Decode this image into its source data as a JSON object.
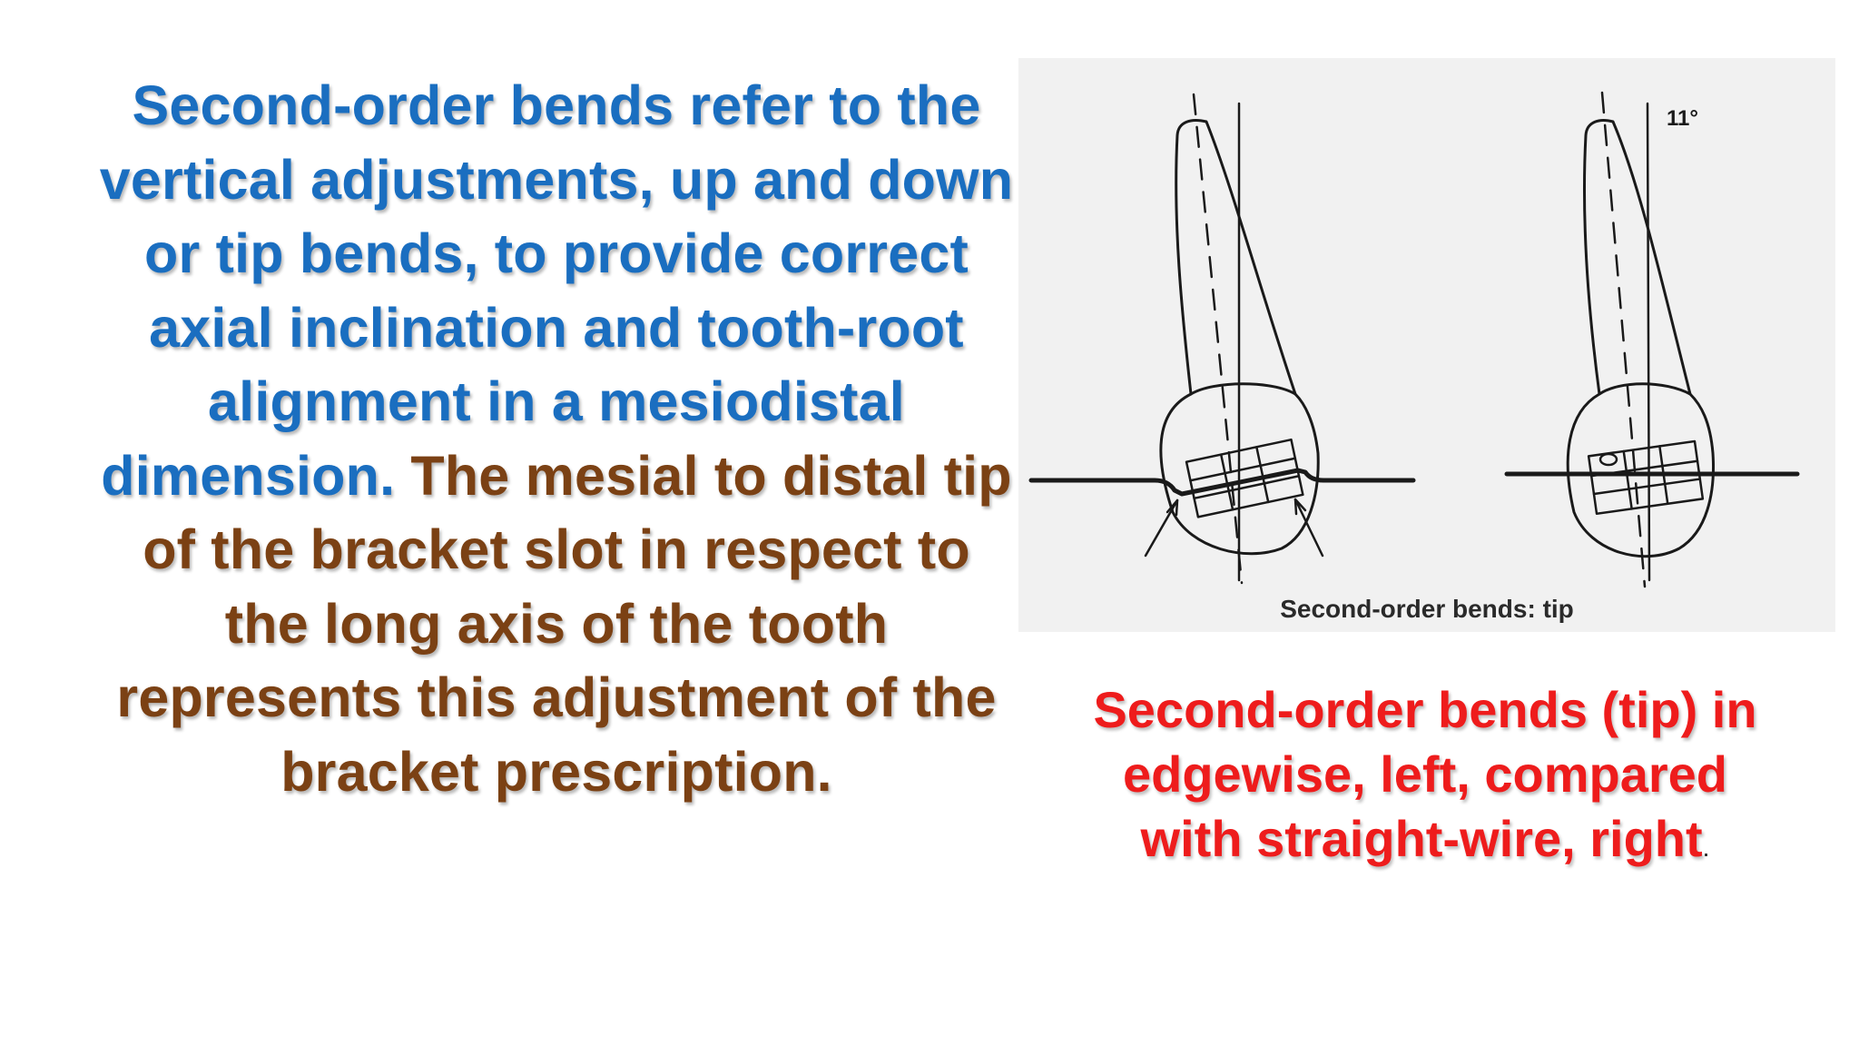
{
  "body_text": {
    "blue_part": "Second-order bends refer to the vertical adjustments, up and down or tip bends, to provide correct axial inclination and tooth-root alignment in a mesiodistal dimension.",
    "brown_part": " The mesial to distal tip of the bracket slot in respect to the long axis of the tooth represents this adjustment of the bracket prescription.",
    "colors": {
      "blue": "#1a6ec0",
      "brown": "#7b4114"
    }
  },
  "figure": {
    "angle_label": "11°",
    "caption": "Second-order bends: tip"
  },
  "slide_caption": {
    "text": "Second-order bends (tip) in edgewise, left, compared with straight-wire, right",
    "trailing": ".",
    "color": "#ee1c1c"
  }
}
